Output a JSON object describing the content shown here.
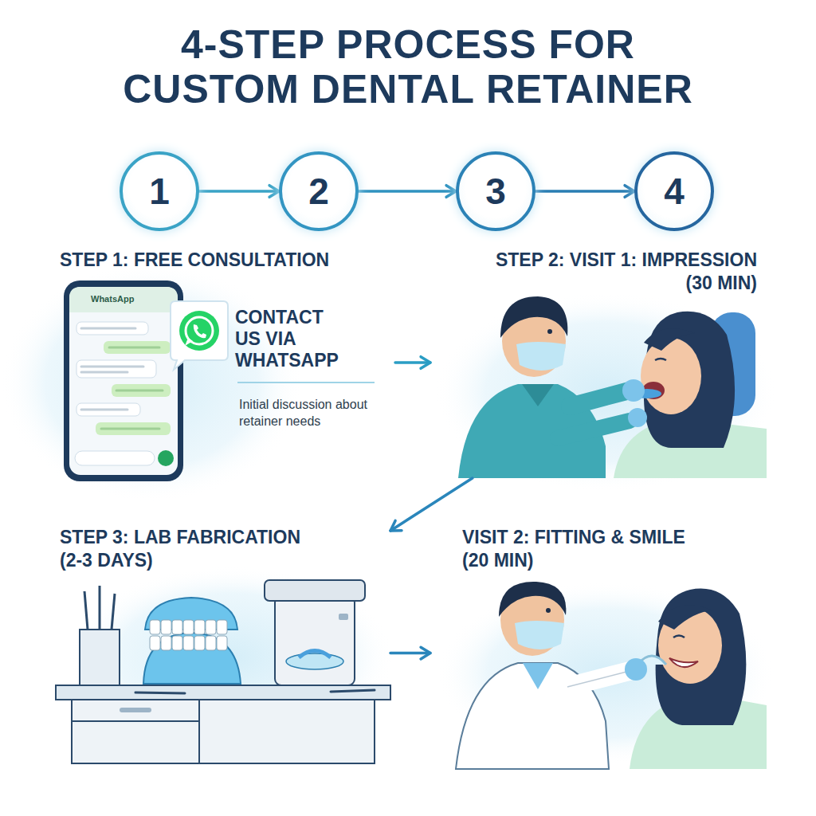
{
  "diagram": {
    "title": "4-STEP PROCESS FOR CUSTOM DENTAL RETAINER",
    "nodes": [
      {
        "text": [
          "1"
        ]
      },
      {
        "text": [
          "2"
        ]
      },
      {
        "text": [
          "3"
        ]
      },
      {
        "text": [
          "4"
        ]
      },
      {
        "text": [
          "STEP 1: FREE CONSULTATION",
          "CONTACT US VIA WHATSAPP",
          "Initial discussion about retainer needs"
        ]
      },
      {
        "text": [
          "STEP 2: VISIT 1: IMPRESSION (30 MIN)"
        ]
      },
      {
        "text": [
          "STEP 3: LAB FABRICATION (2-3 DAYS)"
        ]
      },
      {
        "text": [
          "VISIT 2: FITTING & SMILE (20 MIN)"
        ]
      }
    ],
    "edges": [
      {
        "from": 0,
        "to": 1,
        "arrow": "to"
      },
      {
        "from": 1,
        "to": 2,
        "arrow": "to"
      },
      {
        "from": 2,
        "to": 3,
        "arrow": "to"
      },
      {
        "from": 4,
        "to": 5,
        "arrow": "to"
      },
      {
        "from": 5,
        "to": 6,
        "arrow": "to"
      },
      {
        "from": 6,
        "to": 7,
        "arrow": "to"
      }
    ],
    "labels": [
      "WhatsApp"
    ]
  }
}
